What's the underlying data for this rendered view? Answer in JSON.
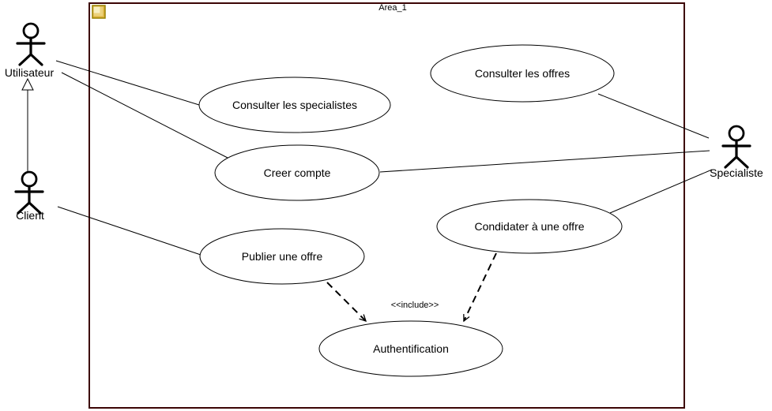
{
  "diagram": {
    "type": "uml-use-case-diagram",
    "area": {
      "label": "Area_1"
    },
    "actors": {
      "utilisateur": {
        "label": "Utilisateur"
      },
      "client": {
        "label": "Client"
      },
      "specialiste": {
        "label": "Specialiste"
      }
    },
    "use_cases": {
      "consulter_specialistes": {
        "label": "Consulter les specialistes"
      },
      "consulter_offres": {
        "label": "Consulter les offres"
      },
      "creer_compte": {
        "label": "Creer compte"
      },
      "condidater_offre": {
        "label": "Condidater à une offre"
      },
      "publier_offre": {
        "label": "Publier une offre"
      },
      "authentification": {
        "label": "Authentification"
      }
    },
    "stereotypes": {
      "include": "<<include>>"
    },
    "relationships": [
      {
        "from": "Utilisateur",
        "to": "Consulter les specialistes",
        "type": "association"
      },
      {
        "from": "Utilisateur",
        "to": "Creer compte",
        "type": "association"
      },
      {
        "from": "Client",
        "to": "Utilisateur",
        "type": "generalization"
      },
      {
        "from": "Client",
        "to": "Publier une offre",
        "type": "association"
      },
      {
        "from": "Specialiste",
        "to": "Consulter les offres",
        "type": "association"
      },
      {
        "from": "Specialiste",
        "to": "Creer compte",
        "type": "association"
      },
      {
        "from": "Specialiste",
        "to": "Condidater à une offre",
        "type": "association"
      },
      {
        "from": "Publier une offre",
        "to": "Authentification",
        "type": "include"
      },
      {
        "from": "Condidater à une offre",
        "to": "Authentification",
        "type": "include"
      }
    ],
    "colors": {
      "boundary_border": "#3c0505",
      "shape_stroke": "#000000",
      "shape_fill": "#ffffff",
      "text": "#000000",
      "area_icon_gold": "#dcb23e",
      "area_icon_gold_light": "#f7efc0",
      "area_icon_border": "#998200"
    }
  }
}
